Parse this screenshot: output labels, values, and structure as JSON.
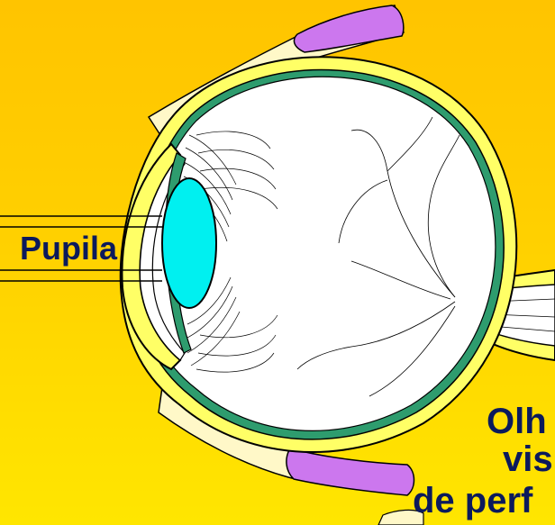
{
  "diagram": {
    "subject": "eye",
    "pupil_label": "Pupila",
    "caption_lines": [
      "Olh",
      "vis",
      "de perf"
    ]
  },
  "colors": {
    "background_top": "#ffc400",
    "background_bottom": "#ffe600",
    "sclera_yellow": "#ffff66",
    "choroid_green": "#2e9c6e",
    "lens_cyan": "#00f0f0",
    "muscle_purple": "#cc77ee",
    "text_navy": "#0b1a5c"
  }
}
